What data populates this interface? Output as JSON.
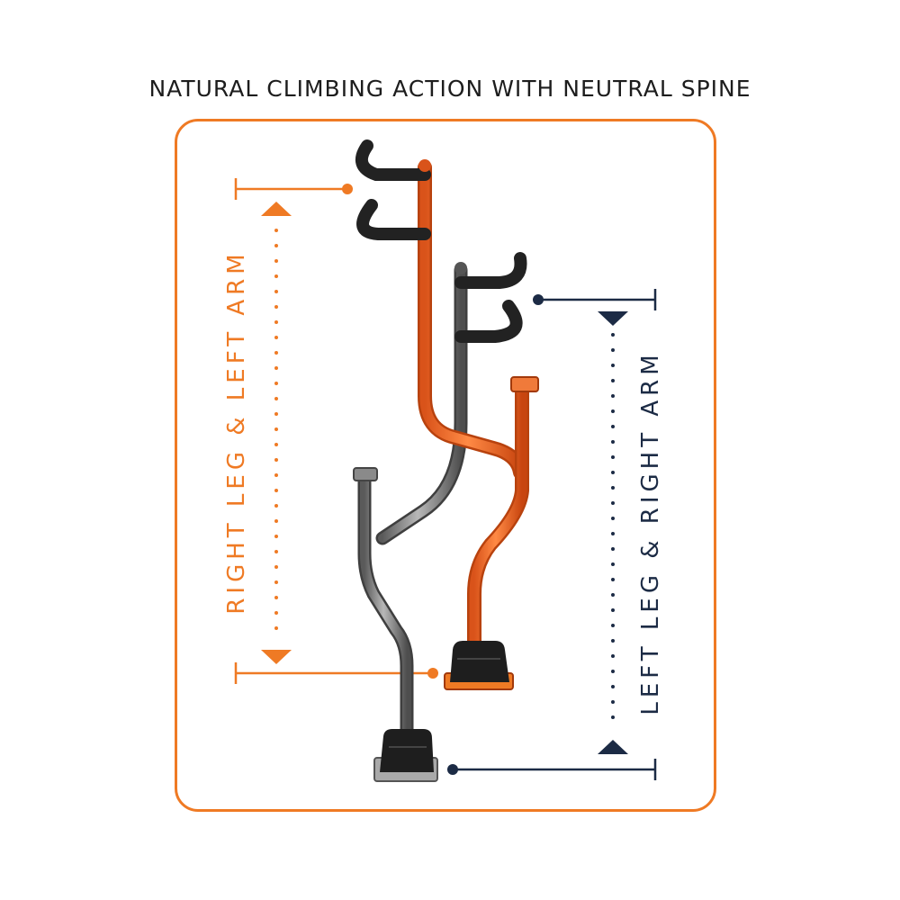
{
  "title": "NATURAL CLIMBING ACTION WITH NEUTRAL SPINE",
  "labels": {
    "left_measure": "RIGHT LEG & LEFT ARM",
    "right_measure": "LEFT LEG & RIGHT ARM"
  },
  "colors": {
    "accent_orange": "#ef7a24",
    "navy": "#1c2b45",
    "steel": "#6f6f6f",
    "grip_black": "#222222"
  }
}
